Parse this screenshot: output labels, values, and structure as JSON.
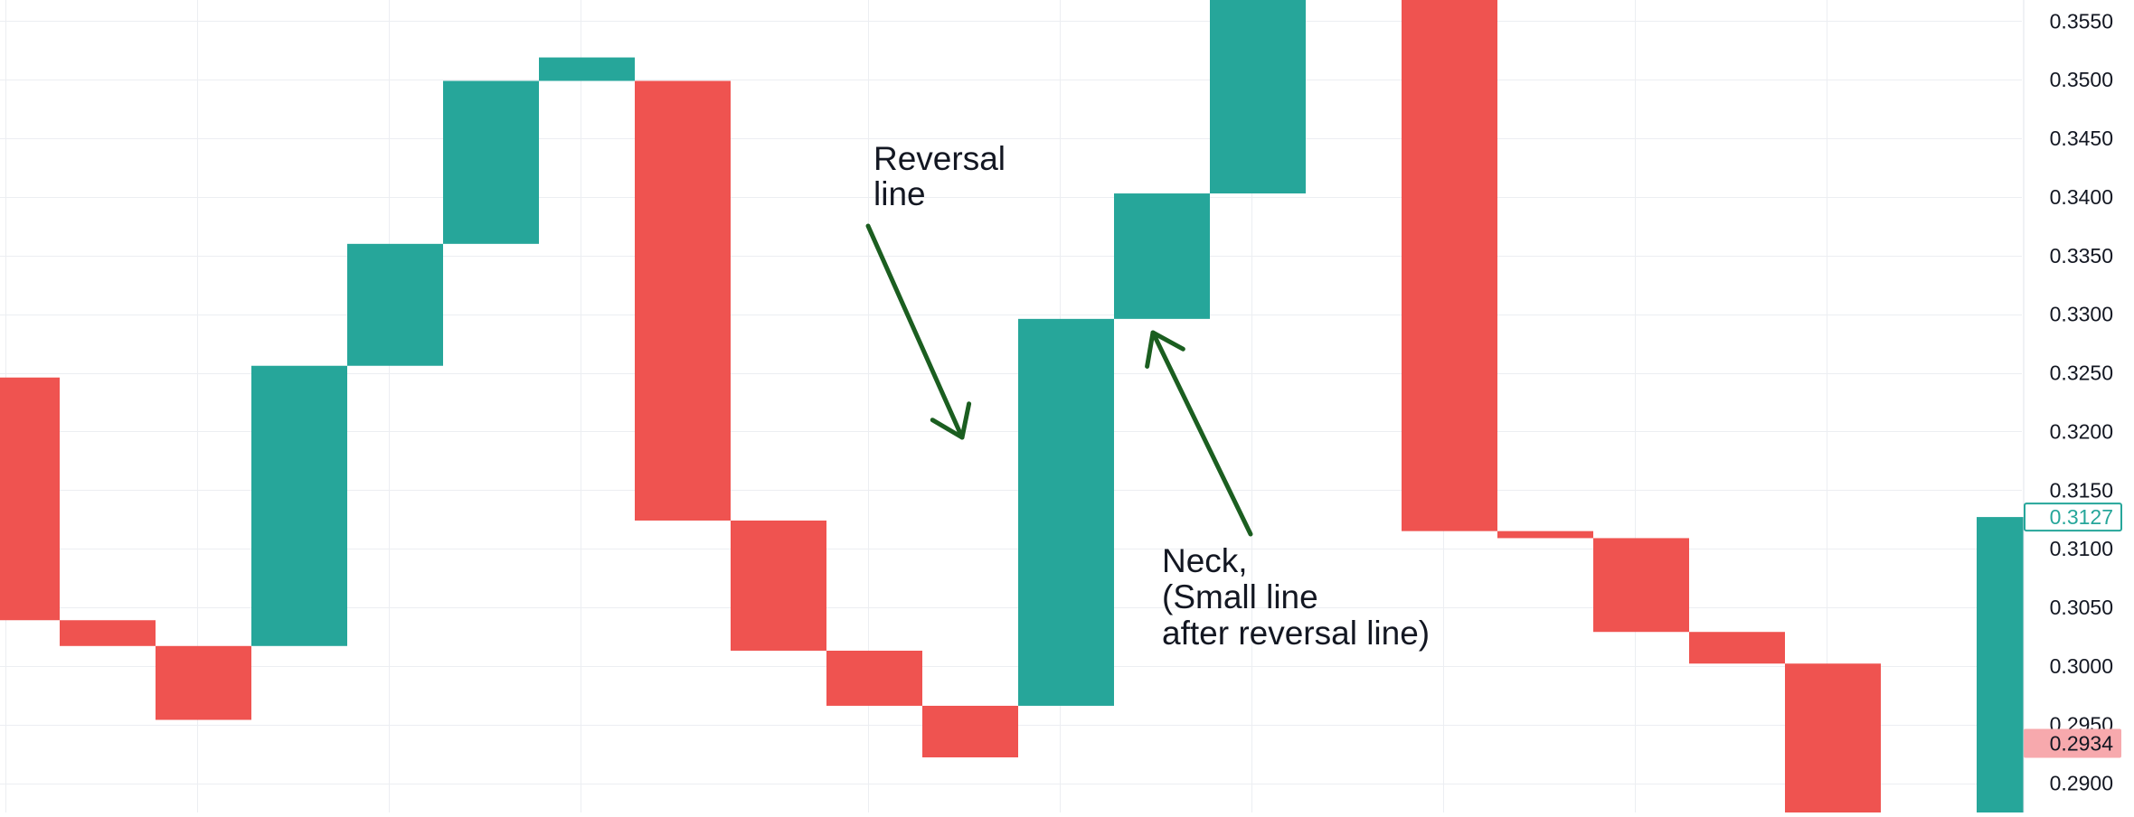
{
  "chart_data": {
    "type": "line-break",
    "title": "",
    "xlabel": "",
    "ylabel": "",
    "ylim": [
      0.2875,
      0.3568
    ],
    "grid": true,
    "y_ticks": [
      "0.3550",
      "0.3500",
      "0.3450",
      "0.3400",
      "0.3350",
      "0.3300",
      "0.3250",
      "0.3200",
      "0.3150",
      "0.3100",
      "0.3050",
      "0.3000",
      "0.2950",
      "0.2900"
    ],
    "bars": [
      {
        "open": 0.3246,
        "close": 0.3039,
        "direction": "down"
      },
      {
        "open": 0.3039,
        "close": 0.3017,
        "direction": "down"
      },
      {
        "open": 0.3017,
        "close": 0.2954,
        "direction": "down"
      },
      {
        "open": 0.3017,
        "close": 0.3256,
        "direction": "up"
      },
      {
        "open": 0.3256,
        "close": 0.336,
        "direction": "up"
      },
      {
        "open": 0.336,
        "close": 0.3499,
        "direction": "up"
      },
      {
        "open": 0.3499,
        "close": 0.3519,
        "direction": "up"
      },
      {
        "open": 0.3499,
        "close": 0.3124,
        "direction": "down"
      },
      {
        "open": 0.3124,
        "close": 0.3013,
        "direction": "down"
      },
      {
        "open": 0.3013,
        "close": 0.2966,
        "direction": "down"
      },
      {
        "open": 0.2966,
        "close": 0.2922,
        "direction": "down"
      },
      {
        "open": 0.2966,
        "close": 0.3296,
        "direction": "up"
      },
      {
        "open": 0.3296,
        "close": 0.3403,
        "direction": "up"
      },
      {
        "open": 0.3403,
        "close": 0.3568,
        "direction": "up"
      },
      null,
      {
        "open": 0.3568,
        "close": 0.3115,
        "direction": "down"
      },
      {
        "open": 0.3115,
        "close": 0.3109,
        "direction": "down"
      },
      {
        "open": 0.3109,
        "close": 0.3029,
        "direction": "down"
      },
      {
        "open": 0.3029,
        "close": 0.3002,
        "direction": "down"
      },
      {
        "open": 0.3002,
        "close": 0.2875,
        "direction": "down"
      },
      null,
      {
        "open": 0.2875,
        "close": 0.3127,
        "direction": "up"
      }
    ],
    "price_labels": [
      {
        "value": 0.3127,
        "text": "0.3127",
        "style": "outline",
        "color": "#26a69a"
      },
      {
        "value": 0.2934,
        "text": "0.2934",
        "style": "filled",
        "color": "#f7a9ad"
      }
    ],
    "annotations": [
      {
        "lines": [
          "Reversal",
          "line"
        ]
      },
      {
        "lines": [
          "Neck,",
          "(Small line",
          "after reversal line)"
        ]
      }
    ],
    "colors": {
      "up": "#26a69a",
      "down": "#ef5350",
      "arrow": "#1b5e20",
      "grid": "#eceef2",
      "axis_text": "#131722"
    }
  }
}
